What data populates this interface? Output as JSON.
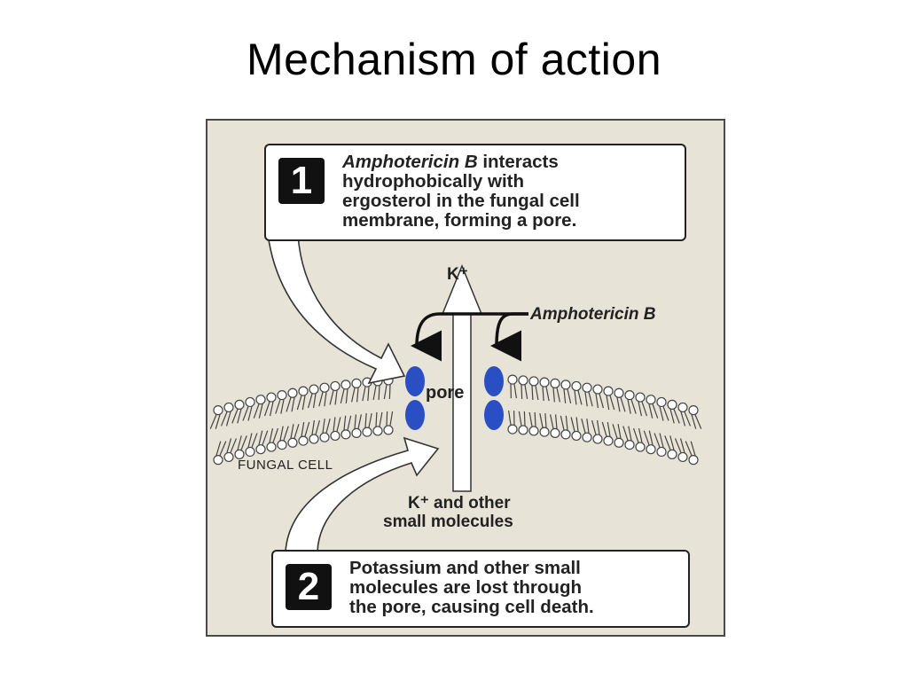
{
  "slide": {
    "title": "Mechanism of action"
  },
  "diagram": {
    "step1": {
      "number": "1",
      "drug_name": "Amphotericin B",
      "text_line1_rest": " interacts",
      "text_line2": "hydrophobically with",
      "text_line3": "ergosterol in the fungal cell",
      "text_line4": "membrane, forming a pore."
    },
    "step2": {
      "number": "2",
      "text_line1": "Potassium and other small",
      "text_line2": "molecules are lost through",
      "text_line3": "the pore, causing cell death."
    },
    "labels": {
      "k_plus": "K⁺",
      "amphotericin_b": "Amphotericin B",
      "pore": "pore",
      "fungal_cell": "FUNGAL CELL",
      "k_plus_and_other": "K⁺ and other",
      "small_molecules": "small molecules"
    },
    "colors": {
      "panel_background": "#e7e3d6",
      "drug_molecule": "#2a4fc4",
      "arrow_fill": "#ffffff",
      "step_number_background": "#111111"
    }
  }
}
